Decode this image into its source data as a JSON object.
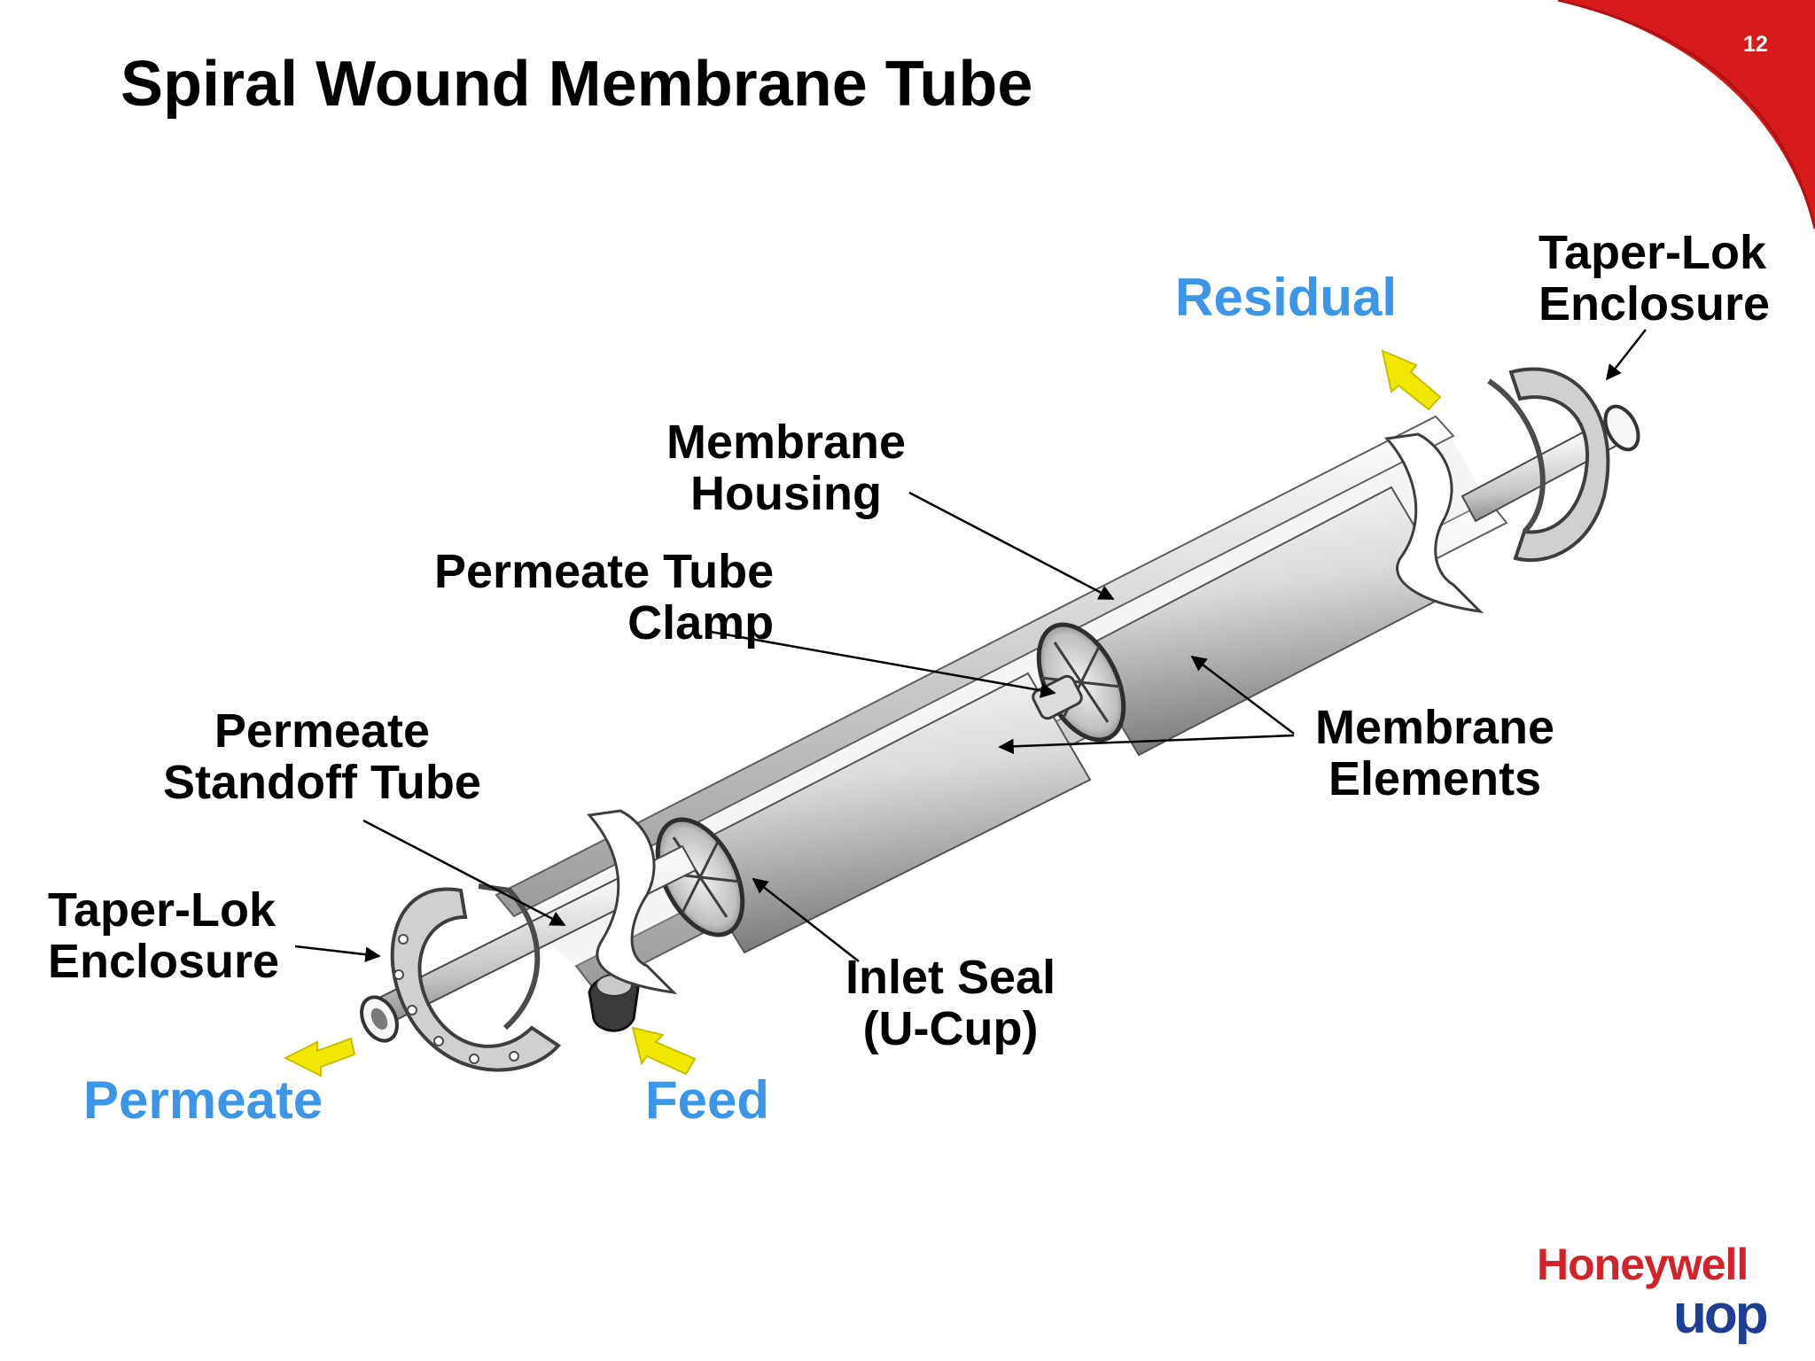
{
  "slide": {
    "title": "Spiral Wound Membrane Tube",
    "number": "12"
  },
  "labels": {
    "residual": "Residual",
    "taper_lok_top": "Taper-Lok\nEnclosure",
    "membrane_housing": "Membrane\nHousing",
    "permeate_tube_clamp": "Permeate Tube\nClamp",
    "membrane_elements": "Membrane\nElements",
    "permeate_standoff_tube": "Permeate\nStandoff Tube",
    "taper_lok_bottom": "Taper-Lok\nEnclosure",
    "inlet_seal": "Inlet Seal\n(U-Cup)",
    "permeate": "Permeate",
    "feed": "Feed"
  },
  "logo": {
    "brand": "Honeywell",
    "sub": "uop"
  },
  "colors": {
    "corner_accent": "#D71A1A",
    "flow_label": "#3B96E8",
    "flow_arrow": "#F0E800",
    "brand_red": "#D3232A",
    "brand_blue": "#1C3F94",
    "metal_light": "#FFFFFF",
    "metal_mid": "#D5D5D5",
    "metal_dark": "#7C7C7C"
  }
}
